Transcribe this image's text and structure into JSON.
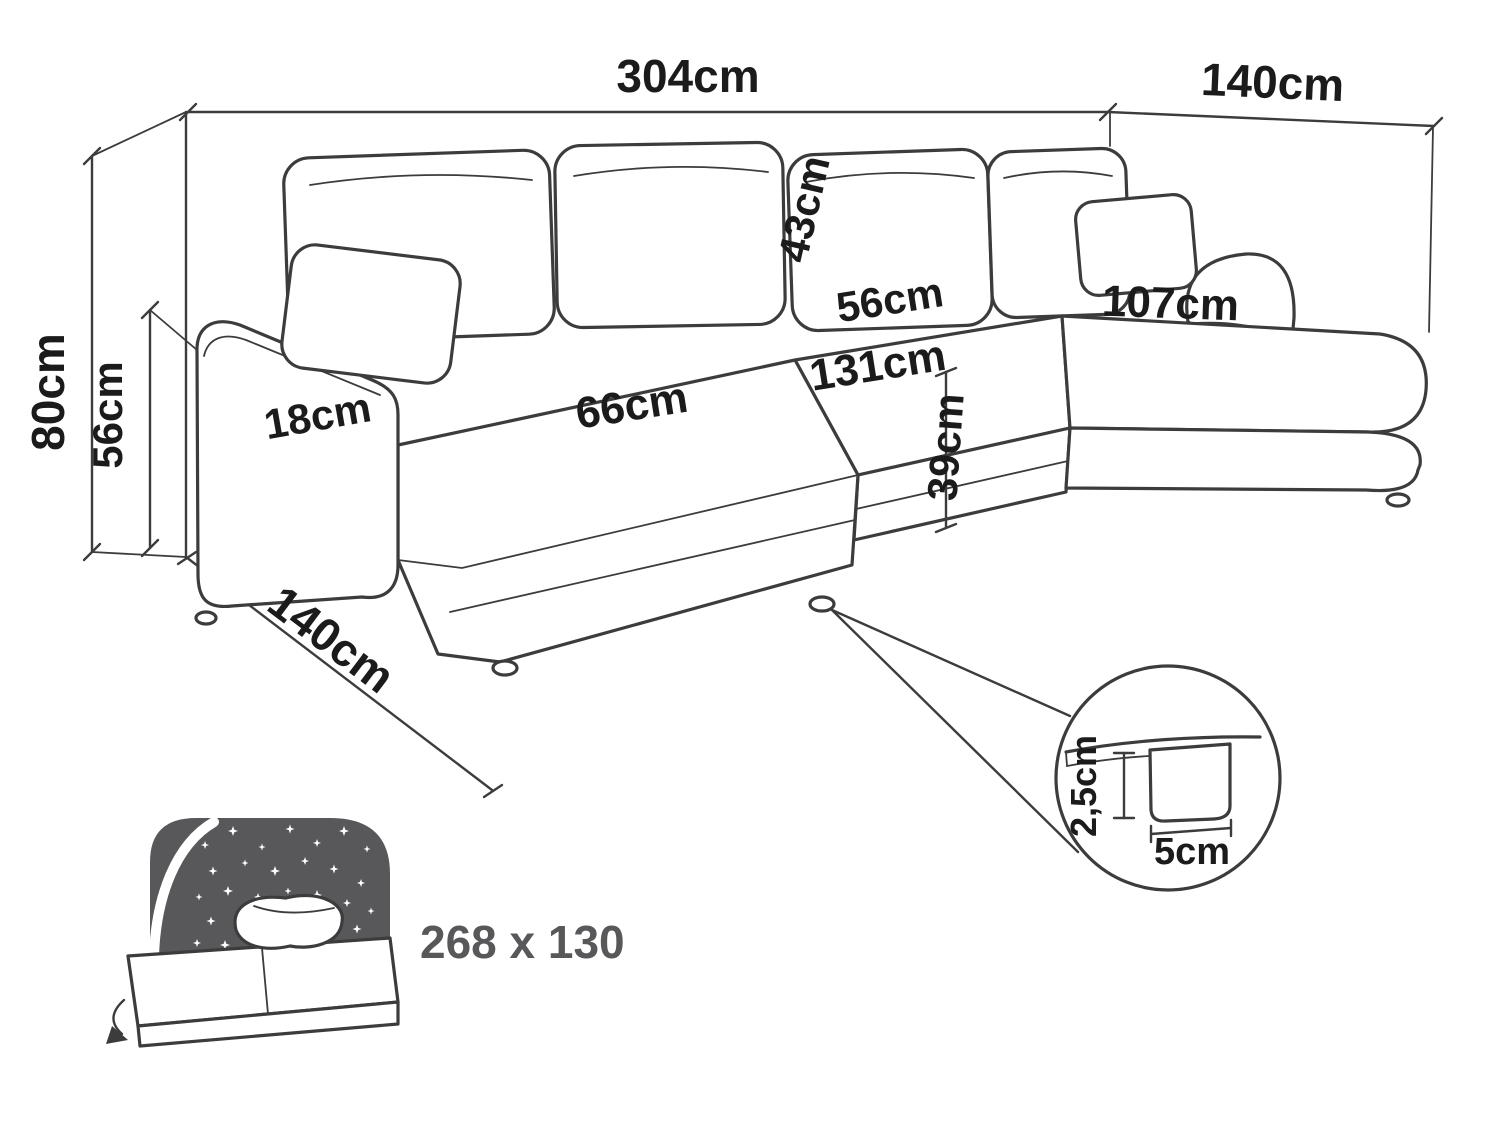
{
  "labels": {
    "overall_width": "304cm",
    "side_depth_right": "140cm",
    "overall_height": "80cm",
    "backrest_height": "56cm",
    "armrest_width": "18cm",
    "left_chaise_seat_width": "66cm",
    "back_cushion_height": "43cm",
    "middle_backrest_width": "56cm",
    "middle_seat_width": "131cm",
    "seat_height": "39cm",
    "right_chaise_seat_length": "107cm",
    "side_depth_left": "140cm"
  },
  "leg_detail": {
    "height": "2,5cm",
    "width": "5cm"
  },
  "sleeping_area": {
    "dimensions": "268 x 130"
  },
  "colors": {
    "line": "#3c3c3c",
    "label": "#1b1b1b",
    "icon_fill": "#58585b",
    "background": "#ffffff"
  }
}
